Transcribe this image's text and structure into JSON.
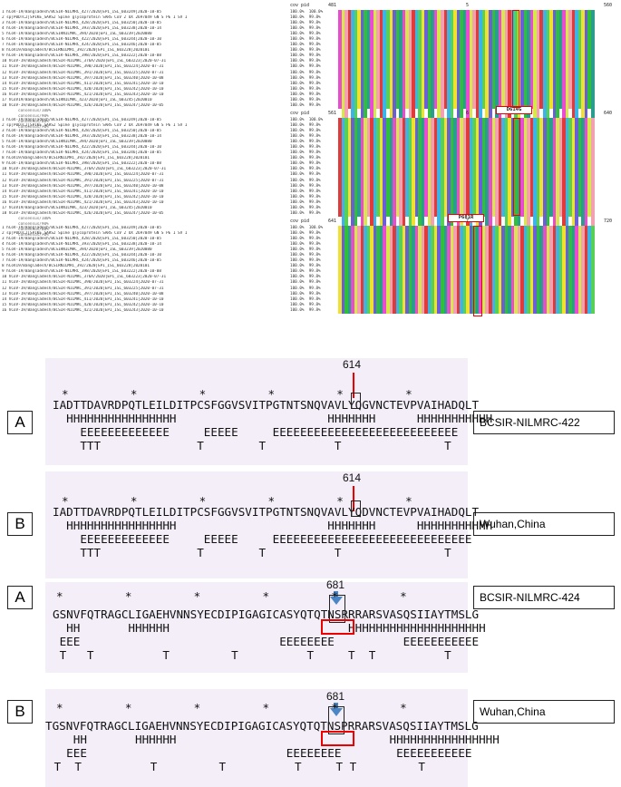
{
  "alignment": {
    "col_labels": {
      "cov": "cov",
      "pid": "pid"
    },
    "ids": [
      "1 hCoV-19/Bangladesh/BCSIR-NILMRC_427/2020|EPI_ISL_603249|2020-10-05",
      "2 sp|P0DTC2|SPIKE_SARS2 Spike glycoprotein SARS CoV 2 OX 2697049 GN S PE 1 SV 1",
      "3 hCoV-19/Bangladesh/BCSIR-NILMRC_428/2020|EPI_ISL_603250|2020-10-05",
      "4 hCoV-19/Bangladesh/BCSIR-NILMRC_393/2020|EPI_ISL_603238|2020-10-14",
      "5 hCoV-19/Bangladesh/BCSIRNILMRC_394/2020|EPI_ISL_603239|2020080",
      "6 hCoV-19/Bangladesh/BCSIR-NILMRC_422/2020|EPI_ISL_603244|2020-10-10",
      "7 hCoV-19/Bangladesh/BCSIR-NILMRC_424/2020|EPI_ISL_603246|2020-10-05",
      "8 hCoV19/Bangladesh/BCSIRNILMRC_392/2020|EPI_ISL_603228|2020101",
      "9 hCoV-19/Bangladesh/BCSIR-NILMRC_398/2020|EPI_ISL_603222|2020-10-08",
      "10 hCoV-19/Bangladesh/BCSIR-NILMRC_376A/2020|EPI_ISL_603223|2020-07-31",
      "11 hCoV-19/Bangladesh/BCSIR-NILMRC_390/2020|EPI_ISL_603224|2020-07-31",
      "12 hCoV-19/Bangladesh/BCSIR-NILMRC_391/2020|EPI_ISL_603225|2020-07-31",
      "13 hCoV-19/Bangladesh/BCSIR-NILMRC_397/2020|EPI_ISL_603240|2020-10-08",
      "14 hCoV-19/Bangladesh/BCSIR-NILMRC_411/2020|EPI_ISL_603241|2020-10-10",
      "15 hCoV-19/Bangladesh/BCSIR-NILMRC_420/2020|EPI_ISL_603242|2020-10-10",
      "16 hCoV-19/Bangladesh/BCSIR-NILMRC_421/2020|EPI_ISL_603243|2020-10-10",
      "17 hCoV19/Bangladesh/BCSIRNILMRC_423/2020|EPI_ISL_603245|2020010",
      "18 hCoV-19/Bangladesh/BCSIR-NILMRC_426/2020|EPI_ISL_603247|2020-10-05"
    ],
    "consensus": [
      "consensus/100%",
      "consensus/90%",
      "consensus/80%",
      "consensus/70%"
    ],
    "first_stat": "100.0%  100.0%",
    "other_stat": "100.0%  99.8%",
    "blocks": [
      {
        "start": "481",
        "end": "560",
        "mid": "5",
        "mutation": "D614G"
      },
      {
        "start": "561",
        "end": "640",
        "mid": "6",
        "mutation": "P681R"
      },
      {
        "start": "641",
        "end": "720",
        "mid": "7",
        "mutation": ""
      }
    ]
  },
  "panels": [
    {
      "label": "A",
      "organism": "BCSIR-NILMRC-422",
      "position": "614",
      "stars": "*         *         *         *         *         *",
      "sequence": "IADTTDAVRDPQTLEILDITPCSFGGVSVITPGTNTSNQVAVLYQGVNCTEVPVAIHADQLT",
      "helix": "  HHHHHHHHHHHHHHHH                      HHHHHHH      HHHHHHHHHHH",
      "strand": "    EEEEEEEEEEEEE     EEEEE     EEEEEEEEEEEEEEEEEEEEEEEEEEE",
      "turn": "    TTT              T        T          T               T"
    },
    {
      "label": "B",
      "organism": "Wuhan,China",
      "position": "614",
      "stars": "*         *         *         *         *         *",
      "sequence": "IADTTDAVRDPQTLEILDITPCSFGGVSVITPGTNTSNQVAVLYQDVNCTEVPVAIHADQLT",
      "helix": "  HHHHHHHHHHHHHHHH                      HHHHHHH      HHHHHHHHHHH",
      "strand": "    EEEEEEEEEEEEE     EEEEE     EEEEEEEEEEEEEEEEEEEEEEEEEEEEE",
      "turn": "    TTT              T        T          T               T"
    },
    {
      "label": "A",
      "organism": "BCSIR-NILMRC-424",
      "position": "681",
      "stars": "*         *         *         *         *         *",
      "sequence": "GSNVFQTRAGCLIGAEHVNNSYECDIPIGAGICASYQTQTNSRRRARSVASQSIIAYTMSLG",
      "helix": "  HH       HHHHHH                          HHHHHHHHHHHHHHHHHHHH",
      "strand": " EEE                             EEEEEEEE          EEEEEEEEEEE",
      "turn": " T   T          T         T          T     T  T          T"
    },
    {
      "label": "B",
      "organism": "Wuhan,China",
      "position": "681",
      "stars": "*         *         *         *         *         *",
      "sequence": "TGSNVFQTRAGCLIGAEHVNNSYECDIPIGAGICASYQTQTNSPRRARSVASQSIIAYTMSLG",
      "helix": "   HH       HHHHHH                               HHHHHHHHHHHHHHHH",
      "strand": "  EEE                             EEEEEEEE        EEEEEEEEEEE",
      "turn": " T  T          T         T          T     T T         T"
    }
  ]
}
